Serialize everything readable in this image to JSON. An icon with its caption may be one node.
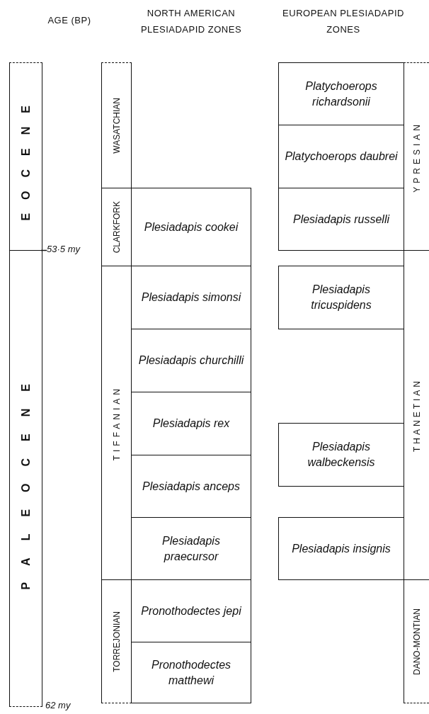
{
  "diagram": {
    "nodes": [
      {
        "text": [
          "EOCENE"
        ]
      },
      {
        "text": [
          "PALEOCENE"
        ]
      },
      {
        "text": [
          "WASATCHIAN"
        ]
      },
      {
        "text": [
          "CLARKFORK"
        ]
      },
      {
        "text": [
          "TIFFANIAN"
        ]
      },
      {
        "text": [
          "TORREJONIAN"
        ]
      },
      {
        "text": [
          "Plesiadapis cookei"
        ]
      },
      {
        "text": [
          "Plesiadapis simonsi"
        ]
      },
      {
        "text": [
          "Plesiadapis churchilli"
        ]
      },
      {
        "text": [
          "Plesiadapis rex"
        ]
      },
      {
        "text": [
          "Plesiadapis anceps"
        ]
      },
      {
        "text": [
          "Plesiadapis praecursor"
        ]
      },
      {
        "text": [
          "Pronothodectes jepi"
        ]
      },
      {
        "text": [
          "Pronothodectes matthewi"
        ]
      },
      {
        "text": [
          "Platychoerops richardsonii"
        ]
      },
      {
        "text": [
          "Platychoerops daubrei"
        ]
      },
      {
        "text": [
          "Plesiadapis russelli"
        ]
      },
      {
        "text": [
          "Plesiadapis tricuspidens"
        ]
      },
      {
        "text": [
          "Plesiadapis walbeckensis"
        ]
      },
      {
        "text": [
          "Plesiadapis insignis"
        ]
      },
      {
        "text": [
          "YPRESIAN"
        ]
      },
      {
        "text": [
          "THANETIAN"
        ]
      },
      {
        "text": [
          "DANO-MONTIAN"
        ]
      }
    ],
    "labels": [
      "AGE (BP)",
      "NORTH AMERICAN PLESIADAPID ZONES",
      "EUROPEAN PLESIADAPID ZONES",
      "53·5 my",
      "62 my"
    ]
  }
}
